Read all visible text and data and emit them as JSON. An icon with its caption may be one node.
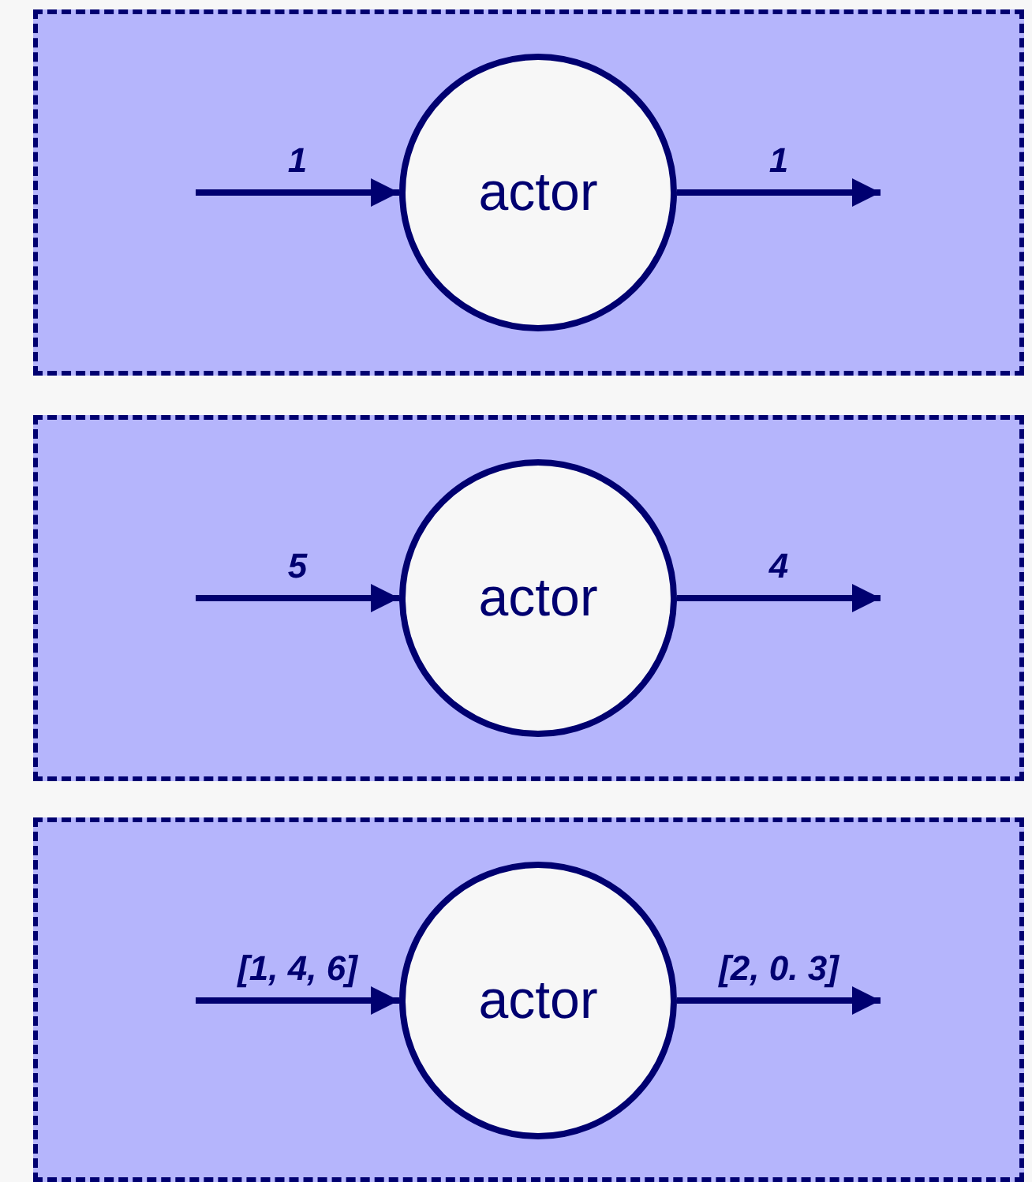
{
  "diagram": {
    "nodes": [
      {
        "text": [],
        "shape": "box"
      },
      {
        "text": [
          "actor"
        ],
        "in": 0
      },
      {
        "text": [],
        "shape": "box"
      },
      {
        "text": [
          "actor"
        ],
        "in": 2
      },
      {
        "text": [],
        "shape": "box"
      },
      {
        "text": [
          "actor"
        ],
        "in": 4
      }
    ],
    "edges": [
      {
        "from": null,
        "to": 1,
        "arrow": "to",
        "label": "1"
      },
      {
        "from": 1,
        "to": null,
        "arrow": "to",
        "label": "1"
      },
      {
        "from": null,
        "to": 3,
        "arrow": "to",
        "label": "5"
      },
      {
        "from": 3,
        "to": null,
        "arrow": "to",
        "label": "4"
      },
      {
        "from": null,
        "to": 5,
        "arrow": "to",
        "label": "[1, 4, 6]"
      },
      {
        "from": 5,
        "to": null,
        "arrow": "to",
        "label": "[2, 0. 3]"
      }
    ]
  }
}
